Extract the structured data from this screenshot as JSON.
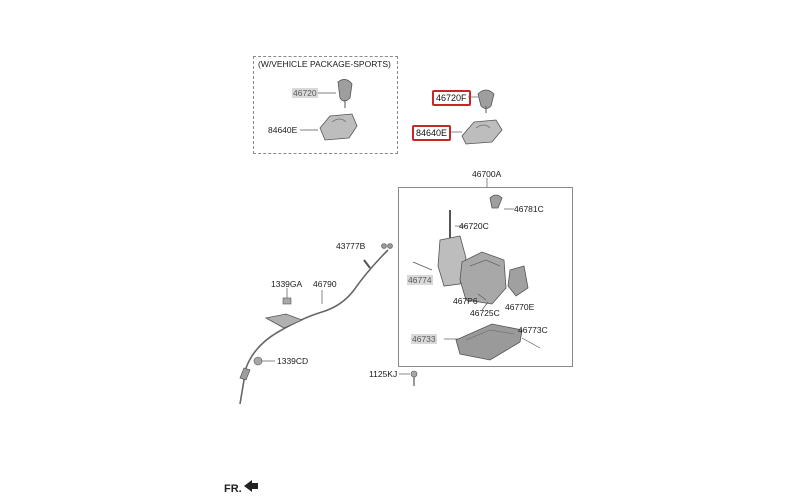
{
  "package_title": "(W/VEHICLE PACKAGE-SPORTS)",
  "labels": {
    "pkg_46720": "46720",
    "pkg_84640e": "84640E",
    "hl_46720f": "46720F",
    "hl_84640e": "84640E",
    "l_46700a": "46700A",
    "l_46781c": "46781C",
    "l_46720c": "46720C",
    "l_43777b": "43777B",
    "l_46774": "46774",
    "l_1339ga": "1339GA",
    "l_46790": "46790",
    "l_467p6": "467P6",
    "l_46770e": "46770E",
    "l_46725c": "46725C",
    "l_46733": "46733",
    "l_46773c": "46773C",
    "l_1339cd": "1339CD",
    "l_1125kj": "1125KJ"
  },
  "front_label": "FR.",
  "colors": {
    "highlight": "#c62828",
    "part_fill": "#bdbdbd",
    "line": "#444444"
  }
}
